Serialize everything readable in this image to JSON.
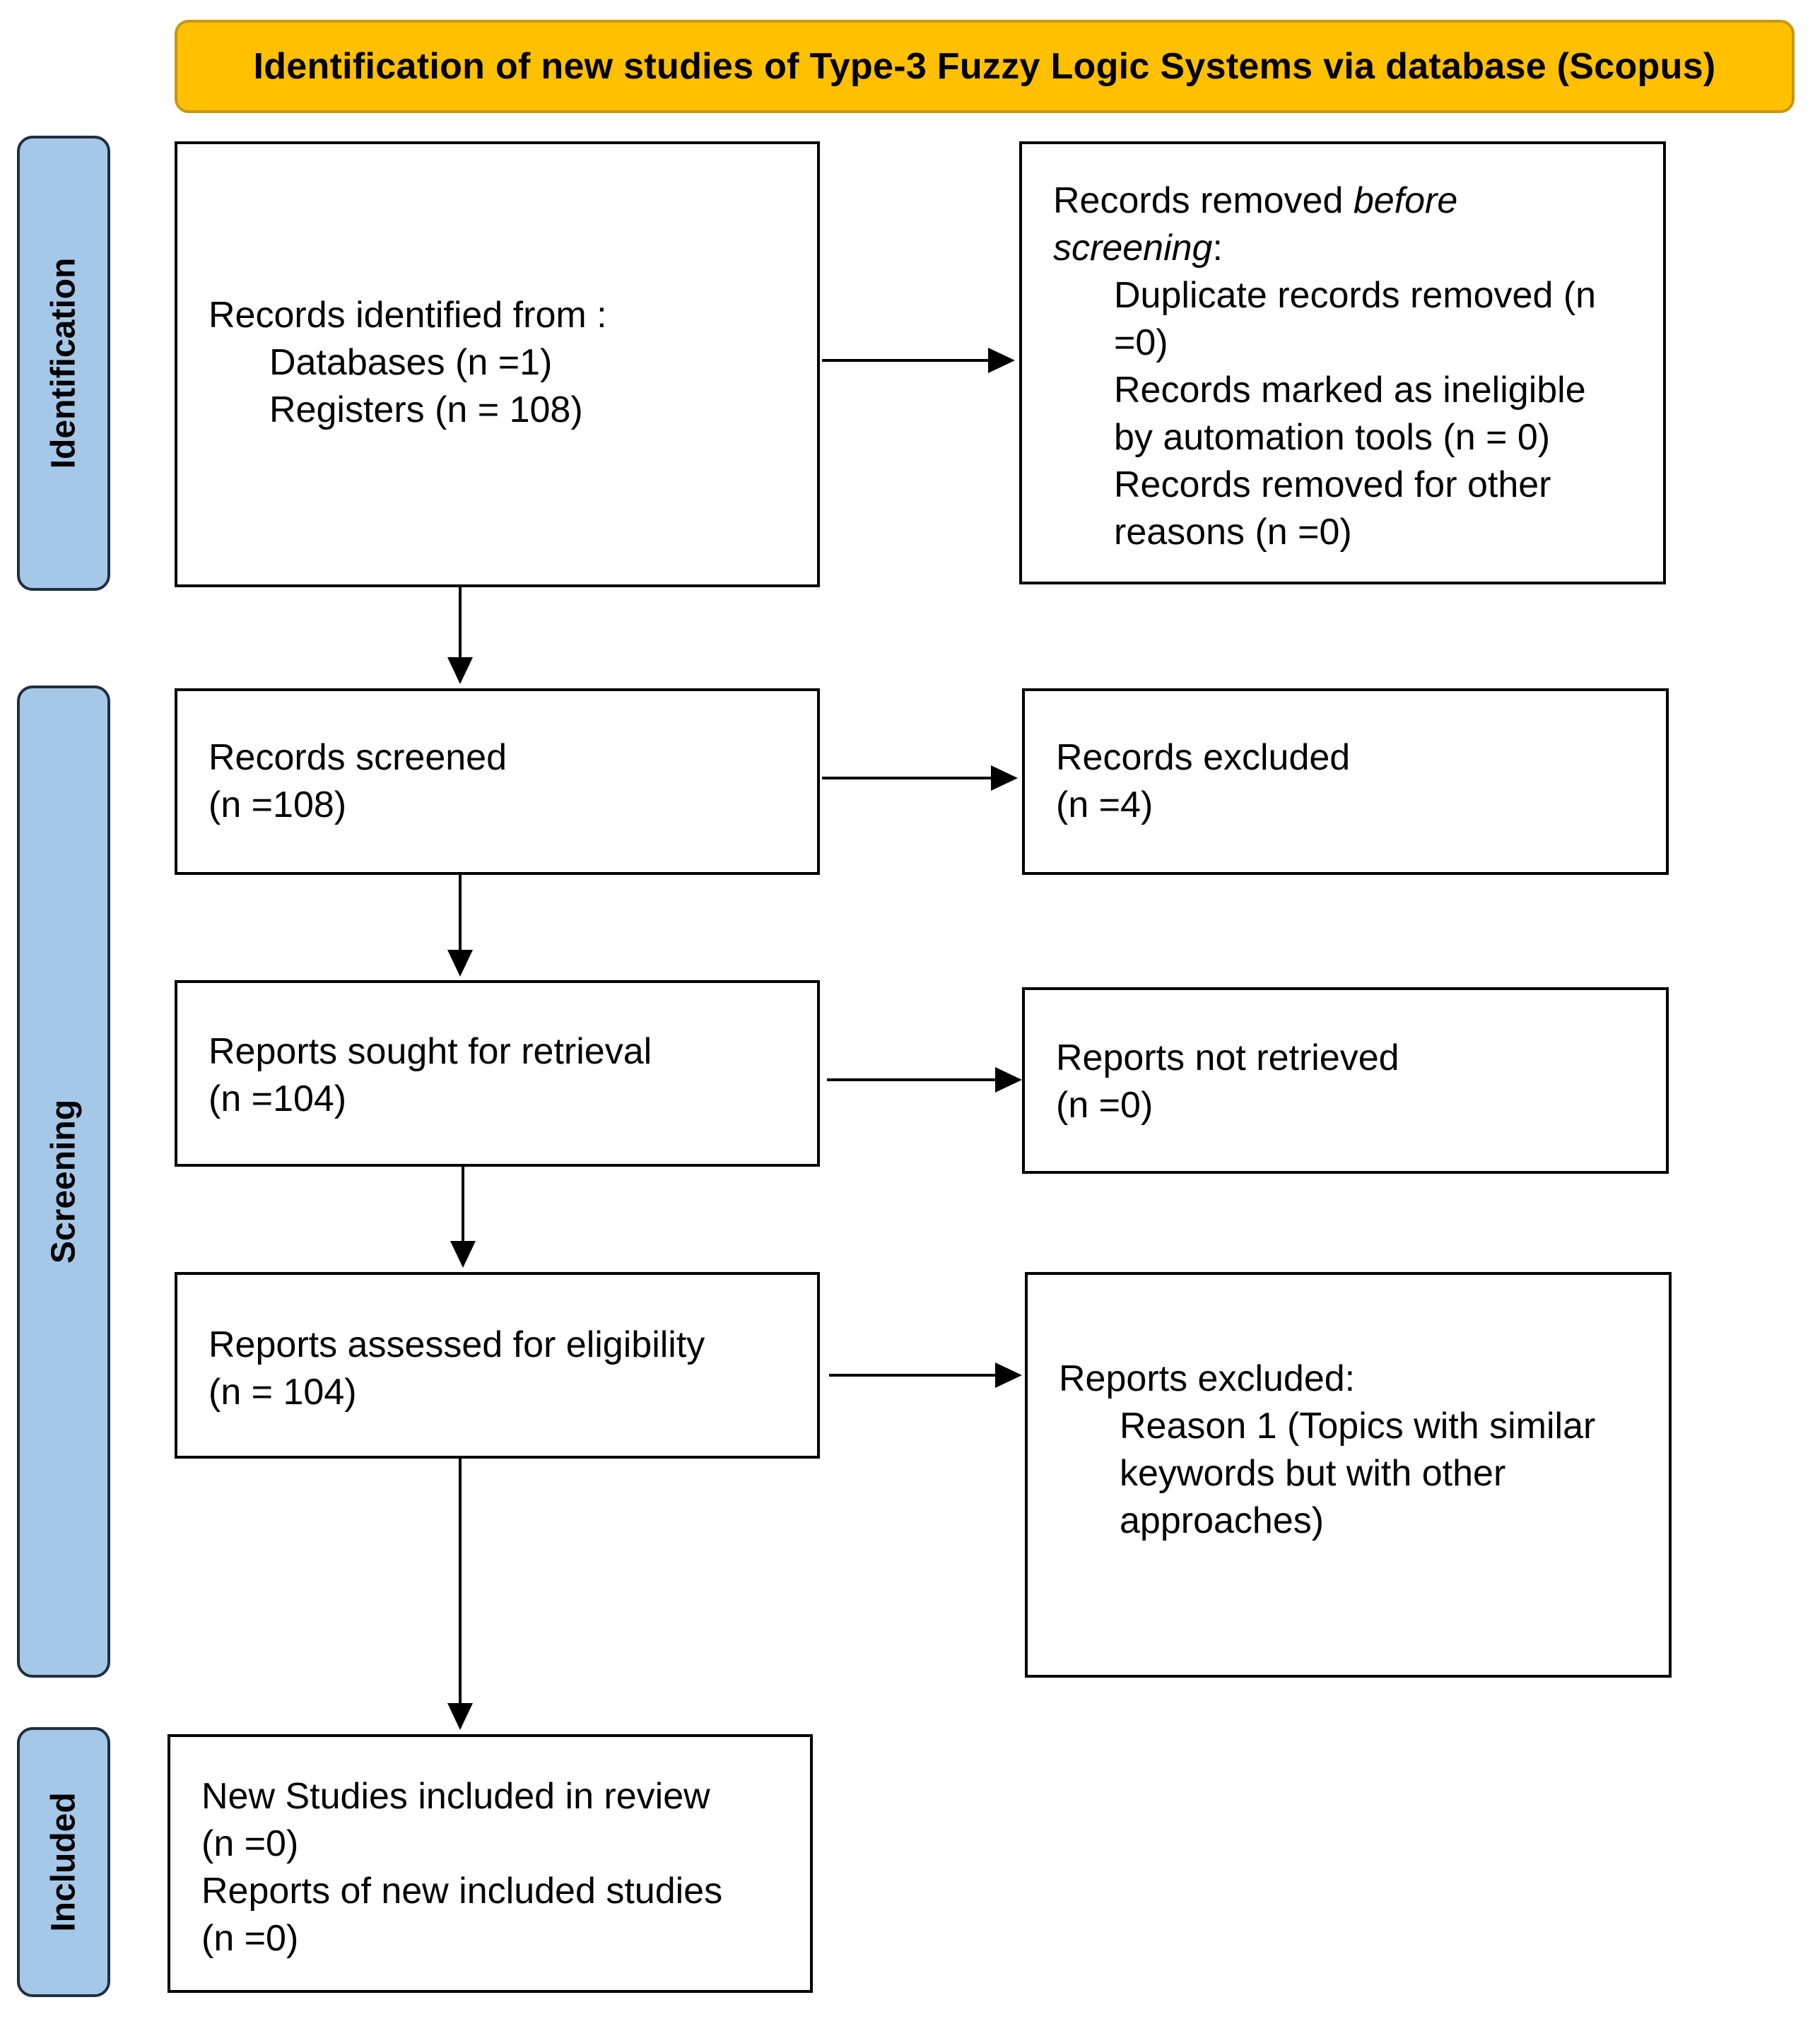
{
  "header": {
    "title": "Identification of new studies of Type-3 Fuzzy Logic Systems via database (Scopus)"
  },
  "phases": {
    "identification": "Identification",
    "screening": "Screening",
    "included": "Included"
  },
  "identified": {
    "line1": "Records identified from :",
    "line2": "Databases (n =1)",
    "line3": "Registers (n = 108)"
  },
  "removed": {
    "line1_a": "Records removed ",
    "line1_b": "before",
    "line2_a": "screening",
    "line2_b": ":",
    "line3": "Duplicate records removed (n",
    "line4": "=0)",
    "line5": "Records marked as ineligible",
    "line6": "by automation tools (n = 0)",
    "line7": "Records removed for other",
    "line8": "reasons (n =0)"
  },
  "screened": {
    "label": "Records screened",
    "count": "(n =108)"
  },
  "excluded": {
    "label": "Records excluded",
    "count": "(n =4)"
  },
  "sought": {
    "label": "Reports sought for retrieval",
    "count": "(n =104)"
  },
  "not_retrieved": {
    "label": "Reports not retrieved",
    "count": "(n =0)"
  },
  "assessed": {
    "label": "Reports assessed for eligibility",
    "count": "(n = 104)"
  },
  "reports_excluded": {
    "line1": "Reports excluded:",
    "line2": "Reason 1 (Topics with similar",
    "line3": "keywords but with other",
    "line4": "approaches)"
  },
  "included": {
    "line1": "New Studies included in review",
    "line2": "(n =0)",
    "line3": "Reports of new included studies",
    "line4": "(n =0)"
  }
}
